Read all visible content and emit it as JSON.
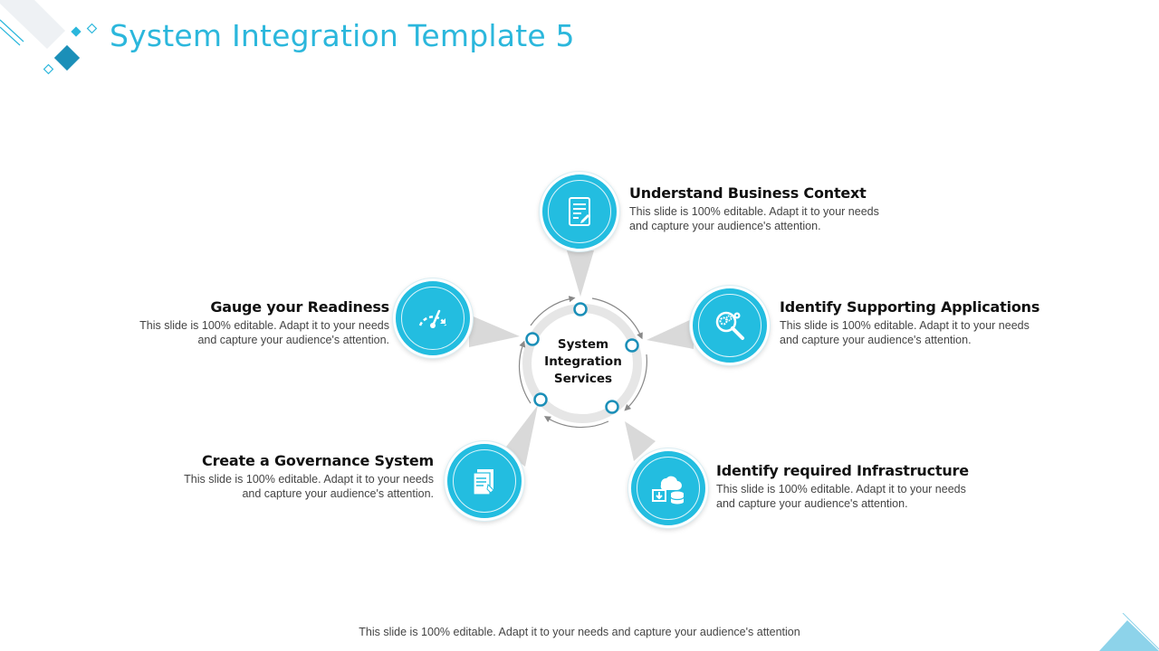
{
  "slide": {
    "title": "System Integration Template 5",
    "footer": "This slide is 100% editable. Adapt it to your needs and capture your audience's attention"
  },
  "hub": {
    "label": "System Integration Services"
  },
  "steps": [
    {
      "heading": "Understand Business Context",
      "description": "This slide is 100% editable. Adapt it to your needs and capture your audience's attention.",
      "icon": "document-icon"
    },
    {
      "heading": "Identify Supporting Applications",
      "description": "This slide is 100% editable. Adapt it to your needs and capture your audience's attention.",
      "icon": "gears-magnifier-icon"
    },
    {
      "heading": "Identify required Infrastructure",
      "description": "This slide is 100% editable. Adapt it to your needs and capture your audience's attention.",
      "icon": "cloud-database-icon"
    },
    {
      "heading": "Create a Governance System",
      "description": "This slide is 100% editable. Adapt it to your needs and capture your audience's attention.",
      "icon": "documents-icon"
    },
    {
      "heading": "Gauge your Readiness",
      "description": "This slide is 100% editable. Adapt it to your needs and capture your audience's attention.",
      "icon": "speedometer-icon"
    }
  ],
  "colors": {
    "accent": "#23bde0",
    "title": "#2bb7dc",
    "dark_accent": "#1b8fb8",
    "connector": "#d9d9d9"
  }
}
